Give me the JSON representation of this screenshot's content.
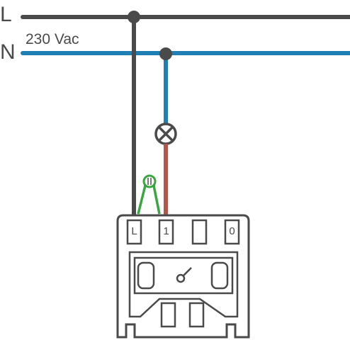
{
  "lines": {
    "phase_label": "L",
    "neutral_label": "N",
    "voltage_label": "230 Vac"
  },
  "terminals": {
    "t1": "L",
    "t2": "1",
    "t3": "",
    "t4": "0"
  },
  "colors": {
    "phase_wire": "#4a4a4a",
    "neutral_wire": "#1f7fb5",
    "load_wire": "#b0574a",
    "earth_link": "#3aa640",
    "outline": "#4a4a4a"
  },
  "icons": {
    "lamp": "lamp-icon",
    "switch": "switch-symbol-icon",
    "relay": "relay-component-icon"
  }
}
